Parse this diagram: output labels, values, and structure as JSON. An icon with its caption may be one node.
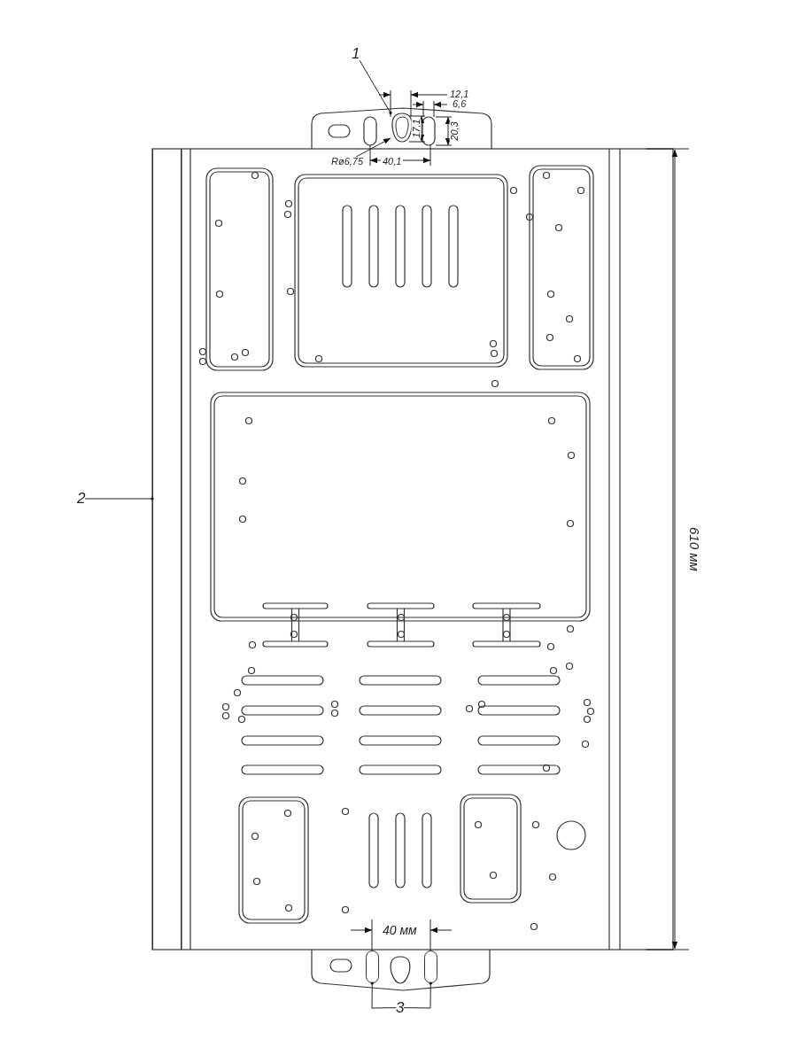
{
  "diagram": {
    "nodes": [
      {
        "text": [
          "1"
        ]
      },
      {
        "text": [],
        "shape": "circle"
      },
      {
        "text": [
          "Rø6,75"
        ]
      },
      {
        "text": [
          "2"
        ]
      },
      {
        "text": [],
        "shape": "bar"
      },
      {
        "text": [
          "3"
        ]
      },
      {
        "text": [],
        "shape": "box"
      },
      {
        "text": [],
        "shape": "box"
      }
    ],
    "edges": [
      {
        "from": 0,
        "to": 1,
        "arrow": "other"
      },
      {
        "from": 2,
        "to": 1,
        "arrow": "to"
      },
      {
        "from": 3,
        "to": 4,
        "arrow": "other"
      },
      {
        "from": 5,
        "to": 6,
        "arrow": "other"
      },
      {
        "from": 5,
        "to": 7,
        "arrow": "other"
      }
    ],
    "labels": [
      "12,1",
      "6,6",
      "17,1",
      "20,3",
      "40,1",
      "610 мм",
      "40 мм"
    ]
  }
}
